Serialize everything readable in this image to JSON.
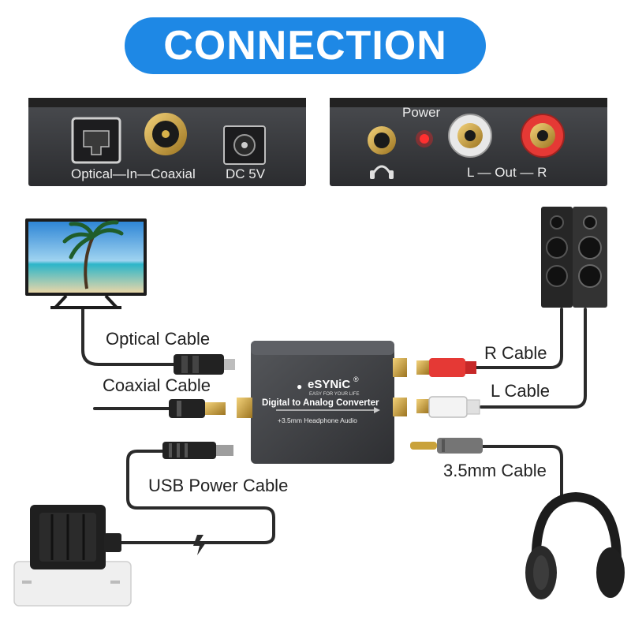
{
  "banner": {
    "title": "CONNECTION"
  },
  "input_panel": {
    "optical_coaxial_label": "Optical—In—Coaxial",
    "dc_label": "DC 5V"
  },
  "output_panel": {
    "power_label": "Power",
    "out_label": "L — Out — R",
    "headphone_icon": "headphone-icon"
  },
  "device": {
    "brand": "eSYNiC",
    "brand_mark": "®",
    "tagline": "EASY FOR YOUR LIFE",
    "name": "Digital to Analog Converter",
    "subtitle": "+3.5mm Headphone Audio"
  },
  "cables": {
    "optical": "Optical Cable",
    "coaxial": "Coaxial Cable",
    "usb_power": "USB Power Cable",
    "r_cable": "R Cable",
    "l_cable": "L Cable",
    "headphone": "3.5mm Cable"
  },
  "colors": {
    "banner": "#1e88e5",
    "panel": "#3a3c40",
    "gold": "#c9a23a",
    "rca_red": "#e53935",
    "power_led": "#ff2020"
  }
}
